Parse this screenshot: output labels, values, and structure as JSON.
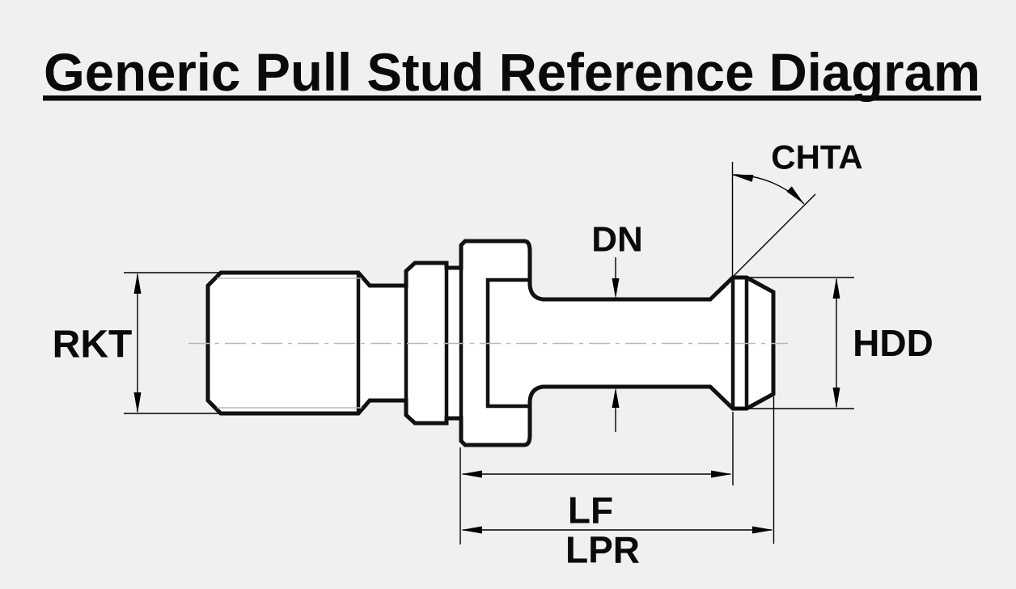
{
  "title": "Generic Pull Stud Reference Diagram",
  "diagram": {
    "name": "pull-stud-reference",
    "labels": {
      "rkt": "RKT",
      "dn": "DN",
      "chta": "CHTA",
      "hdd": "HDD",
      "lf": "LF",
      "lpr": "LPR"
    }
  },
  "colors": {
    "background": "#f0f0f0",
    "part_fill": "#ffffff",
    "outline": "#111111",
    "dimension_lines": "#000000",
    "centerline": "#b4bac2",
    "thread_relief_line": "#bbbbbb"
  }
}
